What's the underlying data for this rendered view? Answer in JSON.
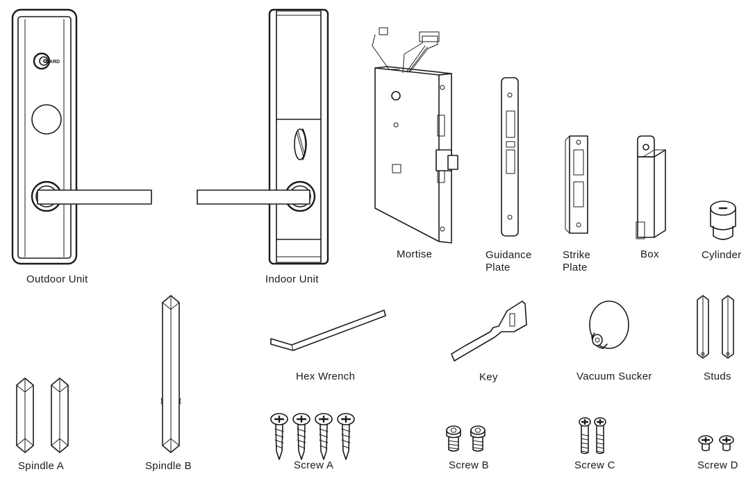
{
  "parts": {
    "outdoor_unit": "Outdoor Unit",
    "indoor_unit": "Indoor Unit",
    "mortise": "Mortise",
    "guidance_plate": "Guidance Plate",
    "strike_plate": "Strike Plate",
    "box": "Box",
    "cylinder": "Cylinder",
    "spindle_a": "Spindle A",
    "spindle_b": "Spindle B",
    "hex_wrench": "Hex Wrench",
    "key": "Key",
    "vacuum_sucker": "Vacuum Sucker",
    "studs": "Studs",
    "screw_a": "Screw A",
    "screw_b": "Screw B",
    "screw_c": "Screw C",
    "screw_d": "Screw D"
  },
  "logo_text": "CARD",
  "icons": [
    "card-logo-icon"
  ],
  "colors": {
    "line": "#1a1a1a",
    "background": "#ffffff"
  }
}
